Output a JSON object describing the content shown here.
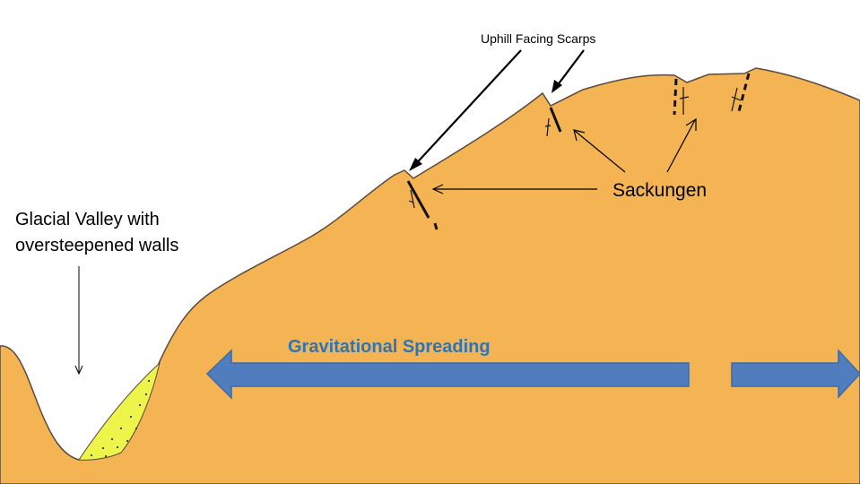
{
  "labels": {
    "uphill_facing_scarps": "Uphill Facing Scarps",
    "sackungen": "Sackungen",
    "glacial_valley_line1": "Glacial Valley with",
    "glacial_valley_line2": "oversteepened walls",
    "gravitational_spreading": "Gravitational Spreading"
  },
  "colors": {
    "terrain": "#f5b454",
    "outline": "#5a4a3a",
    "deposit": "#eef54a",
    "arrow_fill": "#4f7dbd",
    "arrow_stroke": "#3c6aa8",
    "spreading_text": "#2e75b6"
  }
}
